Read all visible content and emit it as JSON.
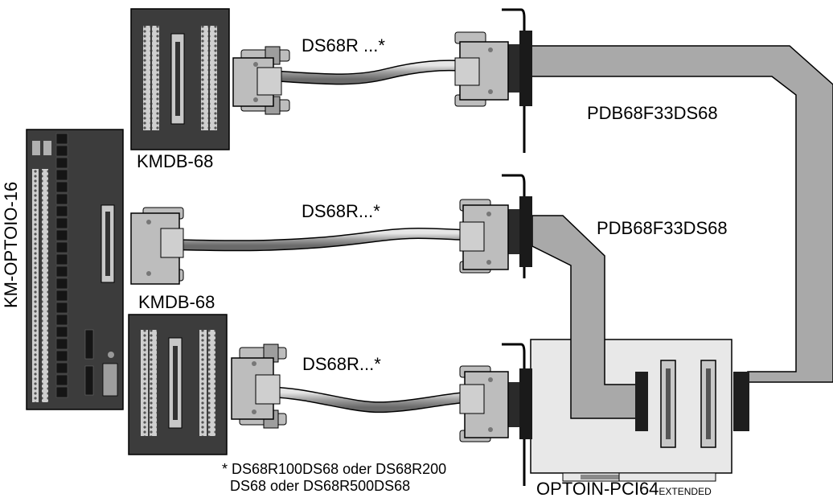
{
  "labels": {
    "kmdb_top": "KMDB-68",
    "kmdb_mid": "KMDB-68",
    "cable_top": "DS68R ...*",
    "cable_mid": "DS68R...*",
    "cable_bot": "DS68R...*",
    "pdb_top": "PDB68F33DS68",
    "pdb_mid": "PDB68F33DS68",
    "card_name": "OPTOIN-PCI64",
    "card_suffix": "EXTENDED",
    "optoio": "KM-OPTOIO-16",
    "footnote_line1": "* DS68R100DS68 oder DS68R200",
    "footnote_line2": "DS68 oder DS68R500DS68"
  },
  "colors": {
    "box_dark": "#3c3c3c",
    "connector": "#bdbdbd",
    "ribbon": "#a9a9a9",
    "card": "#e8e8e8"
  }
}
